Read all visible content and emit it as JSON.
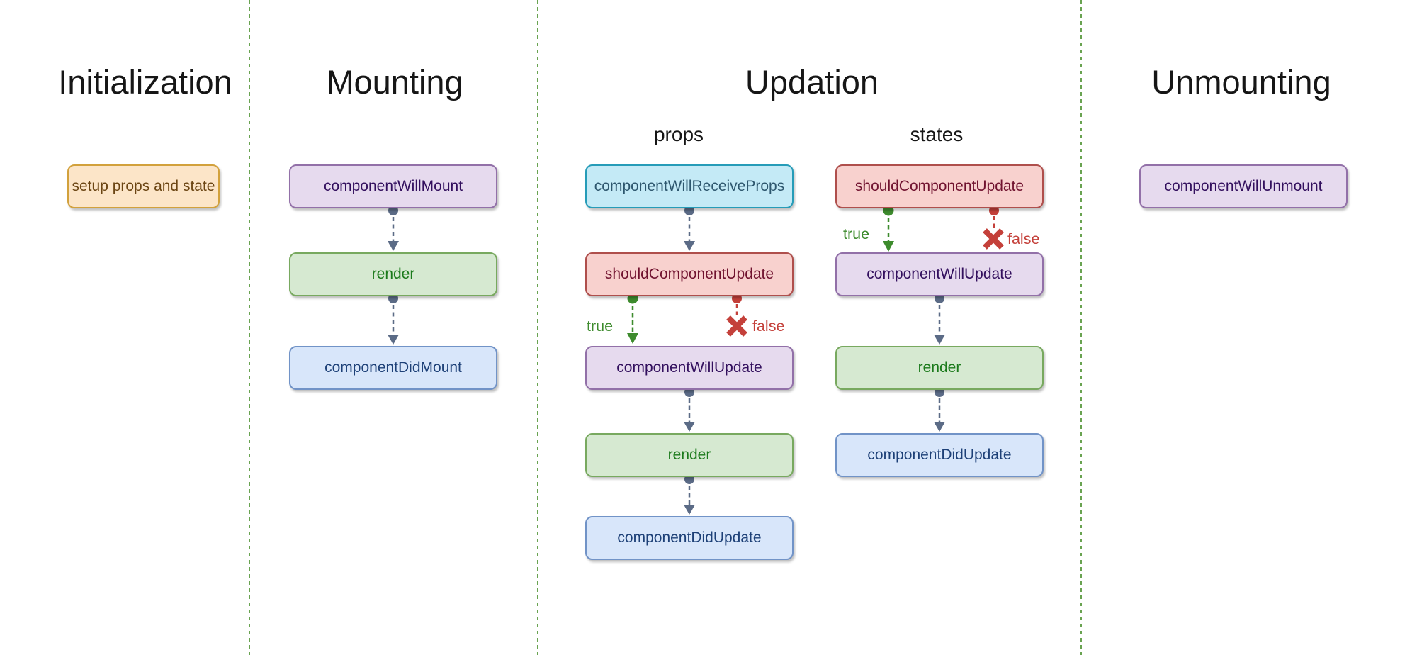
{
  "sections": [
    {
      "title": "Initialization",
      "nodes": [
        {
          "label": "setup props and state",
          "type": "orange"
        }
      ]
    },
    {
      "title": "Mounting",
      "nodes": [
        {
          "label": "componentWillMount",
          "type": "purple"
        },
        {
          "label": "render",
          "type": "green"
        },
        {
          "label": "componentDidMount",
          "type": "blue"
        }
      ]
    },
    {
      "title": "Updation",
      "columns": [
        {
          "label": "props",
          "nodes": [
            {
              "label": "componentWillReceiveProps",
              "type": "cyan"
            },
            {
              "label": "shouldComponentUpdate",
              "type": "red"
            },
            {
              "label": "componentWillUpdate",
              "type": "purple"
            },
            {
              "label": "render",
              "type": "green"
            },
            {
              "label": "componentDidUpdate",
              "type": "blue"
            }
          ]
        },
        {
          "label": "states",
          "nodes": [
            {
              "label": "shouldComponentUpdate",
              "type": "red"
            },
            {
              "label": "componentWillUpdate",
              "type": "purple"
            },
            {
              "label": "render",
              "type": "green"
            },
            {
              "label": "componentDidUpdate",
              "type": "blue"
            }
          ]
        }
      ]
    },
    {
      "title": "Unmounting",
      "nodes": [
        {
          "label": "componentWillUnmount",
          "type": "purple"
        }
      ]
    }
  ],
  "branch_labels": {
    "true_label": "true",
    "false_label": "false"
  },
  "colors": {
    "background": "#ffffff",
    "divider_green": "#69a351",
    "arrow_slate": "#5b6b86",
    "branch_true_green": "#3d8b2d",
    "branch_false_red": "#c4403a",
    "node_orange": {
      "fill": "#fce5c8",
      "stroke": "#d2a13c",
      "text": "#6b4513"
    },
    "node_purple": {
      "fill": "#e6daee",
      "stroke": "#9270a8",
      "text": "#33105e"
    },
    "node_green": {
      "fill": "#d6e9d1",
      "stroke": "#78a95f",
      "text": "#1b7a1b"
    },
    "node_blue": {
      "fill": "#d8e6fa",
      "stroke": "#7193c7",
      "text": "#1d4077"
    },
    "node_cyan": {
      "fill": "#c4eaf6",
      "stroke": "#269cb8",
      "text": "#2e576e"
    },
    "node_red": {
      "fill": "#f8d1ce",
      "stroke": "#af4f4c",
      "text": "#70122f"
    }
  }
}
